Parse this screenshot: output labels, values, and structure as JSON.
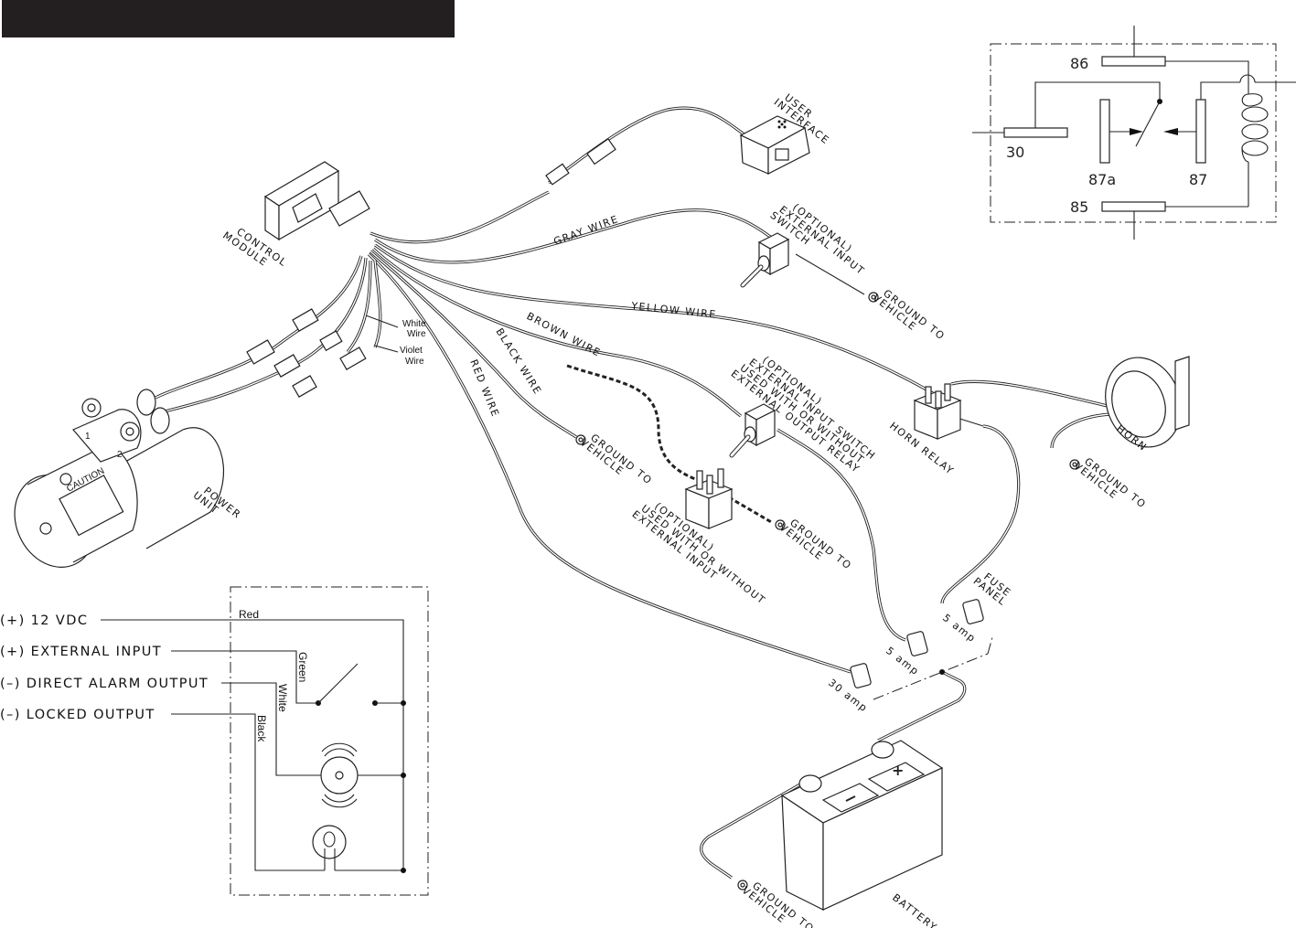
{
  "header": {
    "title_bar_text": ""
  },
  "relay_schematic": {
    "terminals": [
      "86",
      "30",
      "87a",
      "87",
      "85"
    ]
  },
  "components": {
    "control_module": "CONTROL MODULE",
    "user_interface": "USER INTERFACE",
    "power_unit": "POWER UNIT",
    "caution_label": "CAUTION",
    "port_1": "1",
    "port_2": "2",
    "horn": "HORN",
    "horn_relay": "HORN RELAY",
    "battery": "BATTERY",
    "fuse_panel": "FUSE PANEL",
    "ext_input_switch": [
      "(OPTIONAL)",
      "EXTERNAL INPUT",
      "SWITCH"
    ],
    "ext_input_switch_relay": [
      "(OPTIONAL)",
      "EXTERNAL INPUT SWITCH",
      "USED WITH OR WITHOUT",
      "EXTERNAL OUTPUT RELAY"
    ],
    "optional_relay": [
      "(OPTIONAL)",
      "USED WITH OR WITHOUT",
      "EXTERNAL INPUT"
    ]
  },
  "wires": {
    "gray": "GRAY WIRE",
    "yellow": "YELLOW WIRE",
    "brown": "BROWN WIRE",
    "black": "BLACK WIRE",
    "red": "RED WIRE",
    "white": "White Wire",
    "violet": "Violet Wire"
  },
  "ground_label": "GROUND TO VEHICLE",
  "fuses": [
    {
      "rating": "30 amp"
    },
    {
      "rating": "5 amp"
    },
    {
      "rating": "5 amp"
    }
  ],
  "wiring_legend": {
    "inputs": [
      {
        "label": "(+)  12  VDC",
        "wire": "Red"
      },
      {
        "label": "(+)  EXTERNAL  INPUT",
        "wire": "Green"
      },
      {
        "label": "(–)  DIRECT  ALARM  OUTPUT",
        "wire": "White"
      },
      {
        "label": "(–)  LOCKED  OUTPUT",
        "wire": "Black"
      }
    ]
  }
}
